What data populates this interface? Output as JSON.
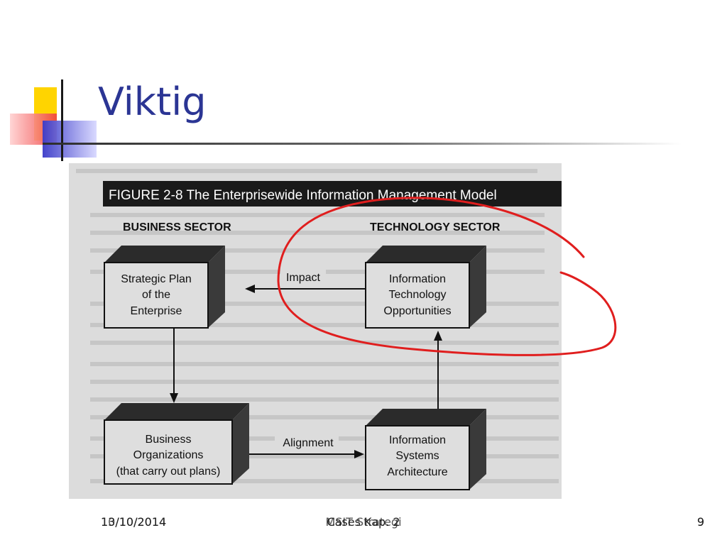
{
  "slide": {
    "title": "Viktig",
    "figure": {
      "caption": "FIGURE 2-8  The Enterprisewide Information Management Model",
      "business_sector": "BUSINESS SECTOR",
      "technology_sector": "TECHNOLOGY SECTOR",
      "box_strategic": [
        "Strategic Plan",
        "of the",
        "Enterprise"
      ],
      "box_it": [
        "Information",
        "Technology",
        "Opportunities"
      ],
      "box_business_orgs": [
        "Business",
        "Organizations",
        "(that carry out plans)"
      ],
      "box_is": [
        "Information",
        "Systems",
        "Architecture"
      ],
      "arrow_impact": "Impact",
      "arrow_alignment": "Alignment"
    }
  },
  "footer": {
    "date_a": "13/10/2014",
    "date_b": "10/10/2014",
    "center_a": "Cases Kap. 2",
    "center_b": "MSIT Strategi",
    "page_a": "9",
    "page_b": "9"
  },
  "colors": {
    "title": "#2b3594",
    "annotation": "#e01e1e",
    "logo_yellow": "#ffd400",
    "logo_red": "#f04040",
    "logo_blue": "#3a3ac8"
  }
}
